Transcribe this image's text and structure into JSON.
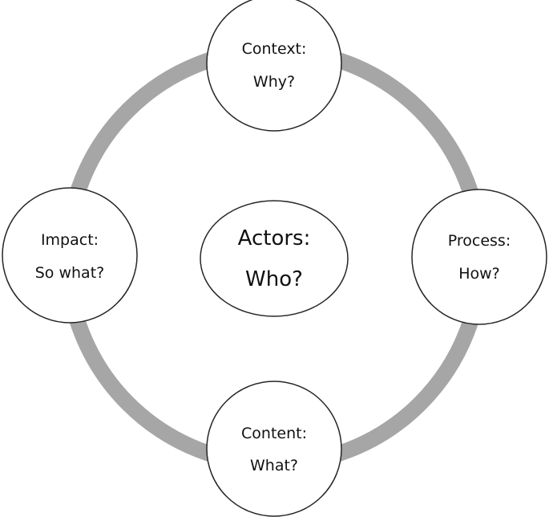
{
  "diagram": {
    "type": "cycle",
    "colors": {
      "ring": "#a6a6a6",
      "node_fill": "#ffffff",
      "node_stroke": "#262626",
      "text": "#111111"
    },
    "center": {
      "line1": "Actors:",
      "line2": "Who?"
    },
    "nodes": {
      "top": {
        "line1": "Context:",
        "line2": "Why?"
      },
      "right": {
        "line1": "Process:",
        "line2": "How?"
      },
      "bottom": {
        "line1": "Content:",
        "line2": "What?"
      },
      "left": {
        "line1": "Impact:",
        "line2": "So what?"
      }
    }
  }
}
